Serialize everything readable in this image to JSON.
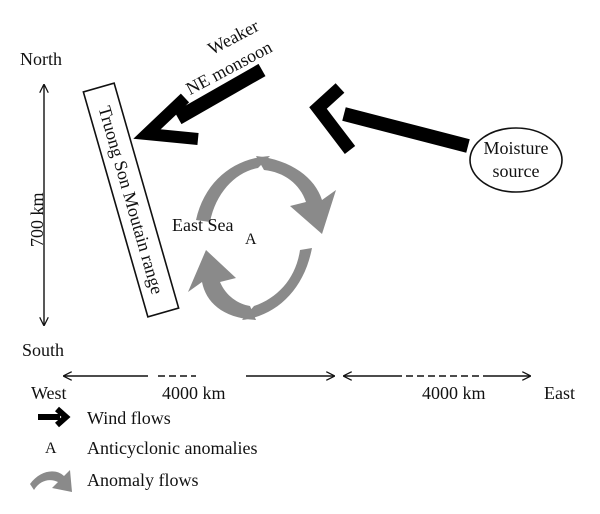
{
  "compass": {
    "north": "North",
    "south": "South",
    "west": "West",
    "east": "East"
  },
  "scale": {
    "vertical": "700 km",
    "horizontal_left": "4000 km",
    "horizontal_right": "4000 km"
  },
  "labels": {
    "monsoon_line1": "Weaker",
    "monsoon_line2": "NE monsoon",
    "mountain": "Truong Son Moutain range",
    "sea": "East Sea",
    "anticyclone_marker": "A",
    "moisture_line1": "Moisture",
    "moisture_line2": "source"
  },
  "legend": {
    "wind": "Wind flows",
    "anticyclone_symbol": "A",
    "anticyclone": "Anticyclonic anomalies",
    "anomaly": "Anomaly flows"
  },
  "colors": {
    "wind_arrow": "#000000",
    "anomaly_arrow": "#8a8a8a",
    "text": "#111111"
  }
}
